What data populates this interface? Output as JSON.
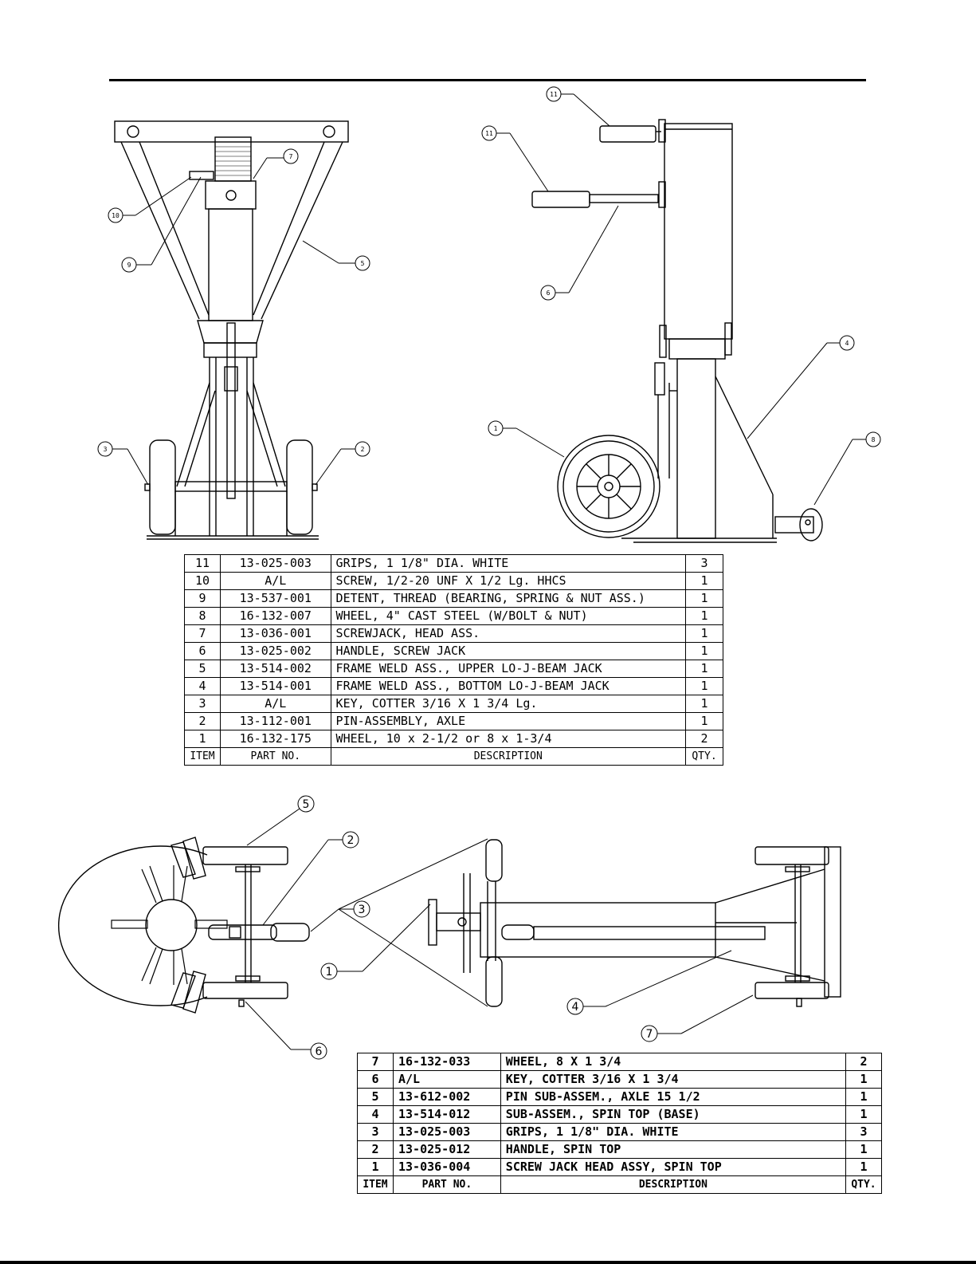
{
  "upper_bom": {
    "headers": [
      "ITEM",
      "PART NO.",
      "DESCRIPTION",
      "QTY."
    ],
    "rows": [
      {
        "item": "11",
        "part": "13-025-003",
        "desc": "GRIPS, 1 1/8\" DIA. WHITE",
        "qty": "3"
      },
      {
        "item": "10",
        "part": "A/L",
        "desc": "SCREW, 1/2-20 UNF X 1/2 Lg. HHCS",
        "qty": "1"
      },
      {
        "item": "9",
        "part": "13-537-001",
        "desc": "DETENT, THREAD (BEARING, SPRING & NUT ASS.)",
        "qty": "1"
      },
      {
        "item": "8",
        "part": "16-132-007",
        "desc": "WHEEL, 4\" CAST STEEL (W/BOLT & NUT)",
        "qty": "1"
      },
      {
        "item": "7",
        "part": "13-036-001",
        "desc": "SCREWJACK, HEAD ASS.",
        "qty": "1"
      },
      {
        "item": "6",
        "part": "13-025-002",
        "desc": "HANDLE, SCREW JACK",
        "qty": "1"
      },
      {
        "item": "5",
        "part": "13-514-002",
        "desc": "FRAME WELD ASS., UPPER LO-J-BEAM JACK",
        "qty": "1"
      },
      {
        "item": "4",
        "part": "13-514-001",
        "desc": "FRAME WELD ASS., BOTTOM LO-J-BEAM JACK",
        "qty": "1"
      },
      {
        "item": "3",
        "part": "A/L",
        "desc": "KEY, COTTER 3/16 X 1 3/4 Lg.",
        "qty": "1"
      },
      {
        "item": "2",
        "part": "13-112-001",
        "desc": "PIN-ASSEMBLY, AXLE",
        "qty": "1"
      },
      {
        "item": "1",
        "part": "16-132-175",
        "desc": "WHEEL, 10 x 2-1/2 or 8 x 1-3/4",
        "qty": "2"
      }
    ]
  },
  "lower_bom": {
    "headers": [
      "ITEM",
      "PART NO.",
      "DESCRIPTION",
      "QTY."
    ],
    "rows": [
      {
        "item": "7",
        "part": "16-132-033",
        "desc": "WHEEL, 8 X 1 3/4",
        "qty": "2"
      },
      {
        "item": "6",
        "part": "A/L",
        "desc": "KEY, COTTER 3/16 X 1 3/4",
        "qty": "1"
      },
      {
        "item": "5",
        "part": "13-612-002",
        "desc": "PIN SUB-ASSEM., AXLE 15 1/2",
        "qty": "1"
      },
      {
        "item": "4",
        "part": "13-514-012",
        "desc": "SUB-ASSEM., SPIN TOP (BASE)",
        "qty": "1"
      },
      {
        "item": "3",
        "part": "13-025-003",
        "desc": "GRIPS, 1 1/8\" DIA. WHITE",
        "qty": "3"
      },
      {
        "item": "2",
        "part": "13-025-012",
        "desc": "HANDLE, SPIN TOP",
        "qty": "1"
      },
      {
        "item": "1",
        "part": "13-036-004",
        "desc": "SCREW JACK HEAD ASSY, SPIN TOP",
        "qty": "1"
      }
    ]
  },
  "callouts": {
    "front": [
      "7",
      "10",
      "9",
      "5",
      "3",
      "2"
    ],
    "side": [
      "11",
      "11",
      "6",
      "4",
      "1",
      "8"
    ],
    "top": [
      "5",
      "2",
      "3",
      "1",
      "6",
      "4",
      "7"
    ]
  }
}
